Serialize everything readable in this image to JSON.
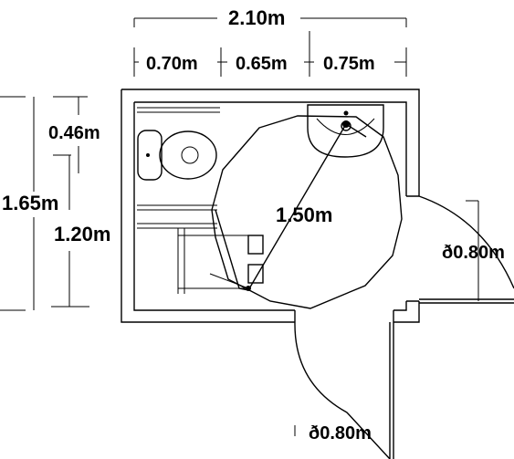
{
  "labels": {
    "overall_width": "2.10m",
    "segment_left": "0.70m",
    "segment_middle": "0.65m",
    "segment_right": "0.75m",
    "toilet_offset": "0.46m",
    "overall_depth": "1.65m",
    "lower_depth": "1.20m",
    "turning_diameter": "1.50m",
    "side_door_width": "ð0.80m",
    "bottom_door_width": "ð0.80m"
  },
  "colors": {
    "ink": "#000000",
    "background": "#ffffff"
  },
  "icons": [
    "toilet-icon",
    "washbasin-icon",
    "grab-bar-icon",
    "wheelchair-turning-circle-icon",
    "door-swing-icon"
  ]
}
